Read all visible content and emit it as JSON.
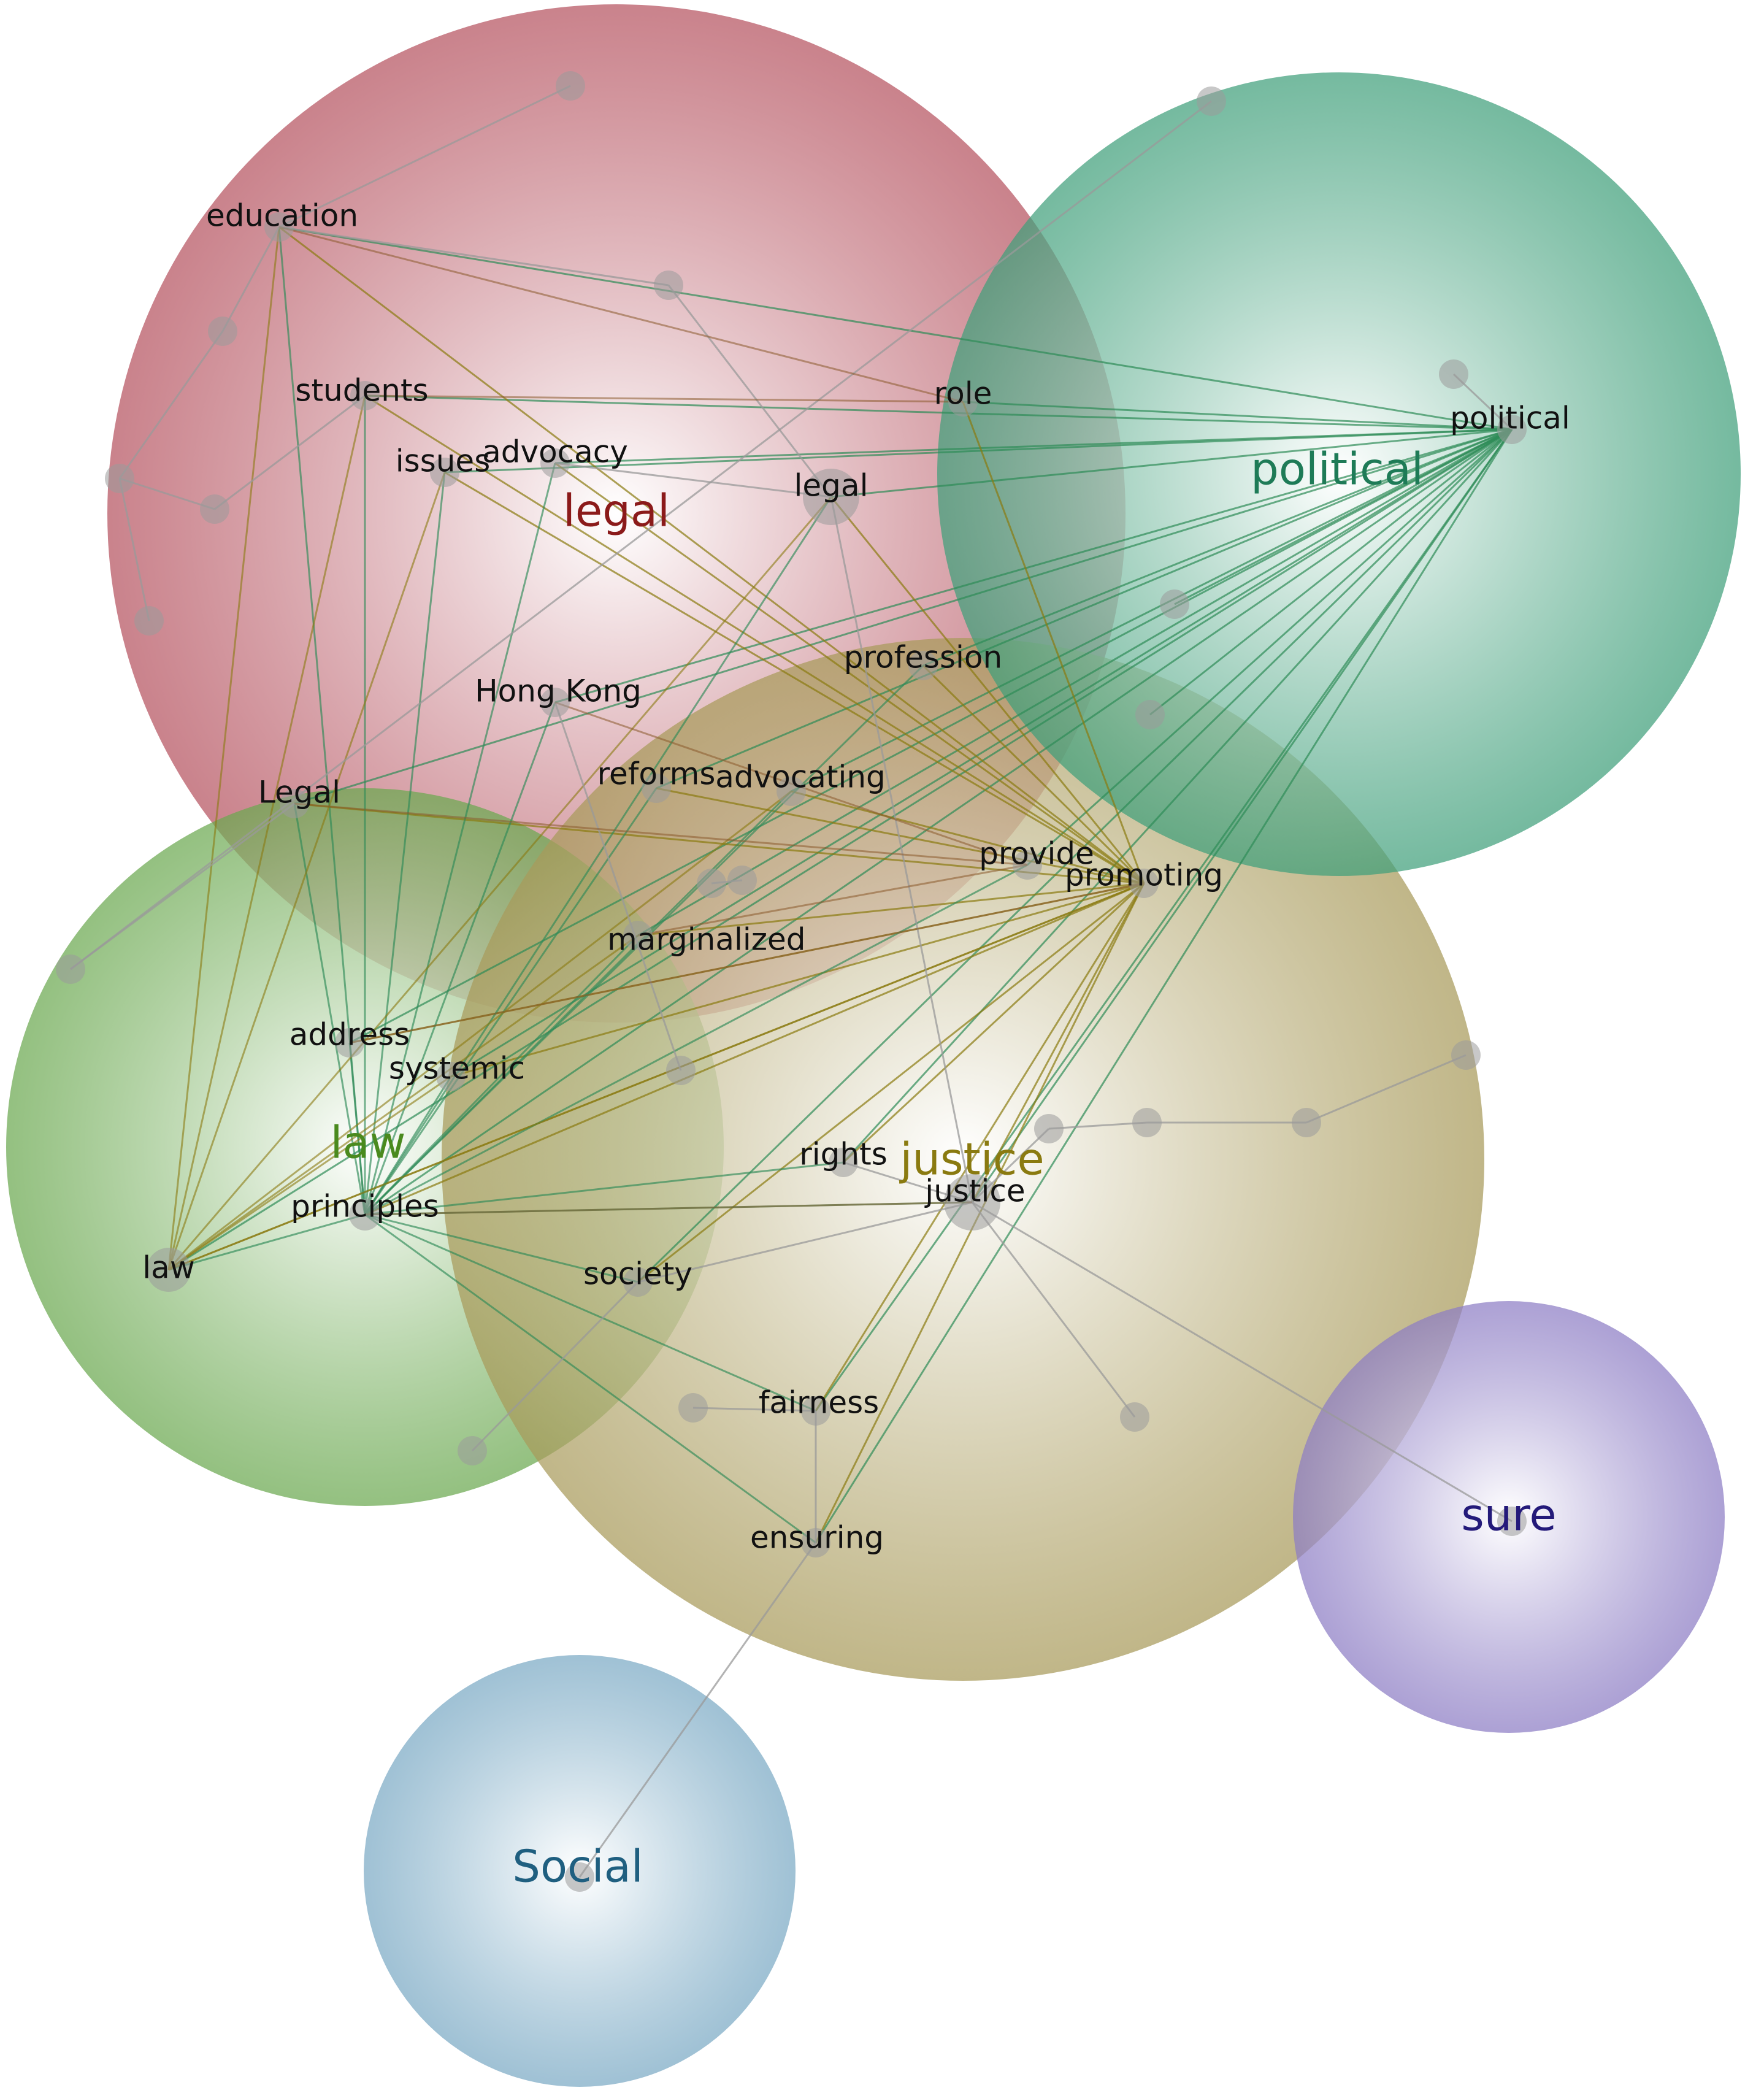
{
  "clusters": [
    {
      "id": "legal",
      "label": "legal",
      "color": "#b5525f",
      "text_color": "#8b1a1a"
    },
    {
      "id": "political",
      "label": "political",
      "color": "#3f9f7a",
      "text_color": "#1e7b57"
    },
    {
      "id": "law",
      "label": "law",
      "color": "#6aa84f",
      "text_color": "#4a8a1e"
    },
    {
      "id": "justice",
      "label": "justice",
      "color": "#a89a5a",
      "text_color": "#8a7a10"
    },
    {
      "id": "sure",
      "label": "sure",
      "color": "#8c7cc4",
      "text_color": "#241a7a"
    },
    {
      "id": "social",
      "label": "Social",
      "color": "#7aa9c4",
      "text_color": "#1f5f80"
    }
  ],
  "labeled_nodes": [
    {
      "id": "education",
      "label": "education"
    },
    {
      "id": "students",
      "label": "students"
    },
    {
      "id": "issues",
      "label": "issues"
    },
    {
      "id": "advocacy",
      "label": "advocacy"
    },
    {
      "id": "legal_node",
      "label": "legal"
    },
    {
      "id": "role",
      "label": "role"
    },
    {
      "id": "political_node",
      "label": "political"
    },
    {
      "id": "hongkong",
      "label": "Hong Kong"
    },
    {
      "id": "profession",
      "label": "profession"
    },
    {
      "id": "reforms",
      "label": "reforms"
    },
    {
      "id": "advocating",
      "label": "advocating"
    },
    {
      "id": "Legal",
      "label": "Legal"
    },
    {
      "id": "provide",
      "label": "provide"
    },
    {
      "id": "promoting",
      "label": "promoting"
    },
    {
      "id": "marginalized",
      "label": "marginalized"
    },
    {
      "id": "address",
      "label": "address"
    },
    {
      "id": "systemic",
      "label": "systemic"
    },
    {
      "id": "principles",
      "label": "principles"
    },
    {
      "id": "law_node",
      "label": "law"
    },
    {
      "id": "rights",
      "label": "rights"
    },
    {
      "id": "justice_node",
      "label": "justice"
    },
    {
      "id": "society",
      "label": "society"
    },
    {
      "id": "fairness",
      "label": "fairness"
    },
    {
      "id": "ensuring",
      "label": "ensuring"
    }
  ]
}
